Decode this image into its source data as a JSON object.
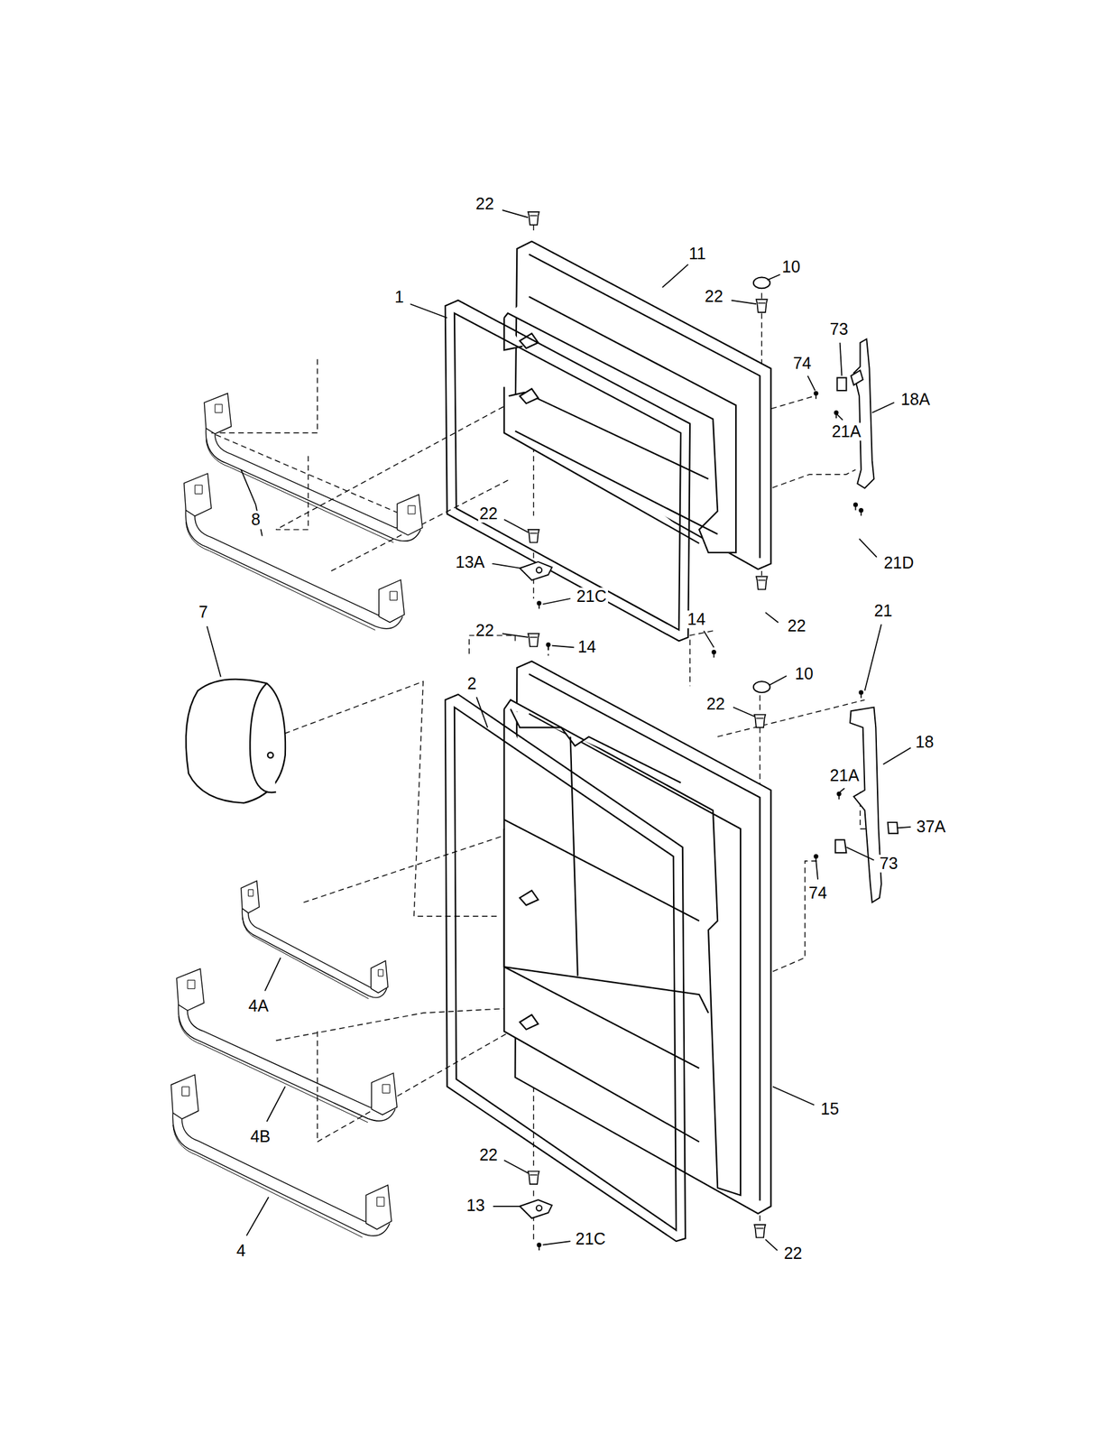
{
  "diagram": {
    "labels": [
      "22",
      "11",
      "10",
      "1",
      "22",
      "73",
      "74",
      "18A",
      "21A",
      "8",
      "22",
      "13A",
      "21C",
      "21D",
      "22",
      "21",
      "14",
      "7",
      "22",
      "14",
      "2",
      "10",
      "22",
      "18",
      "21A",
      "37A",
      "73",
      "74",
      "4A",
      "15",
      "4B",
      "22",
      "13",
      "21C",
      "4",
      "22"
    ]
  }
}
